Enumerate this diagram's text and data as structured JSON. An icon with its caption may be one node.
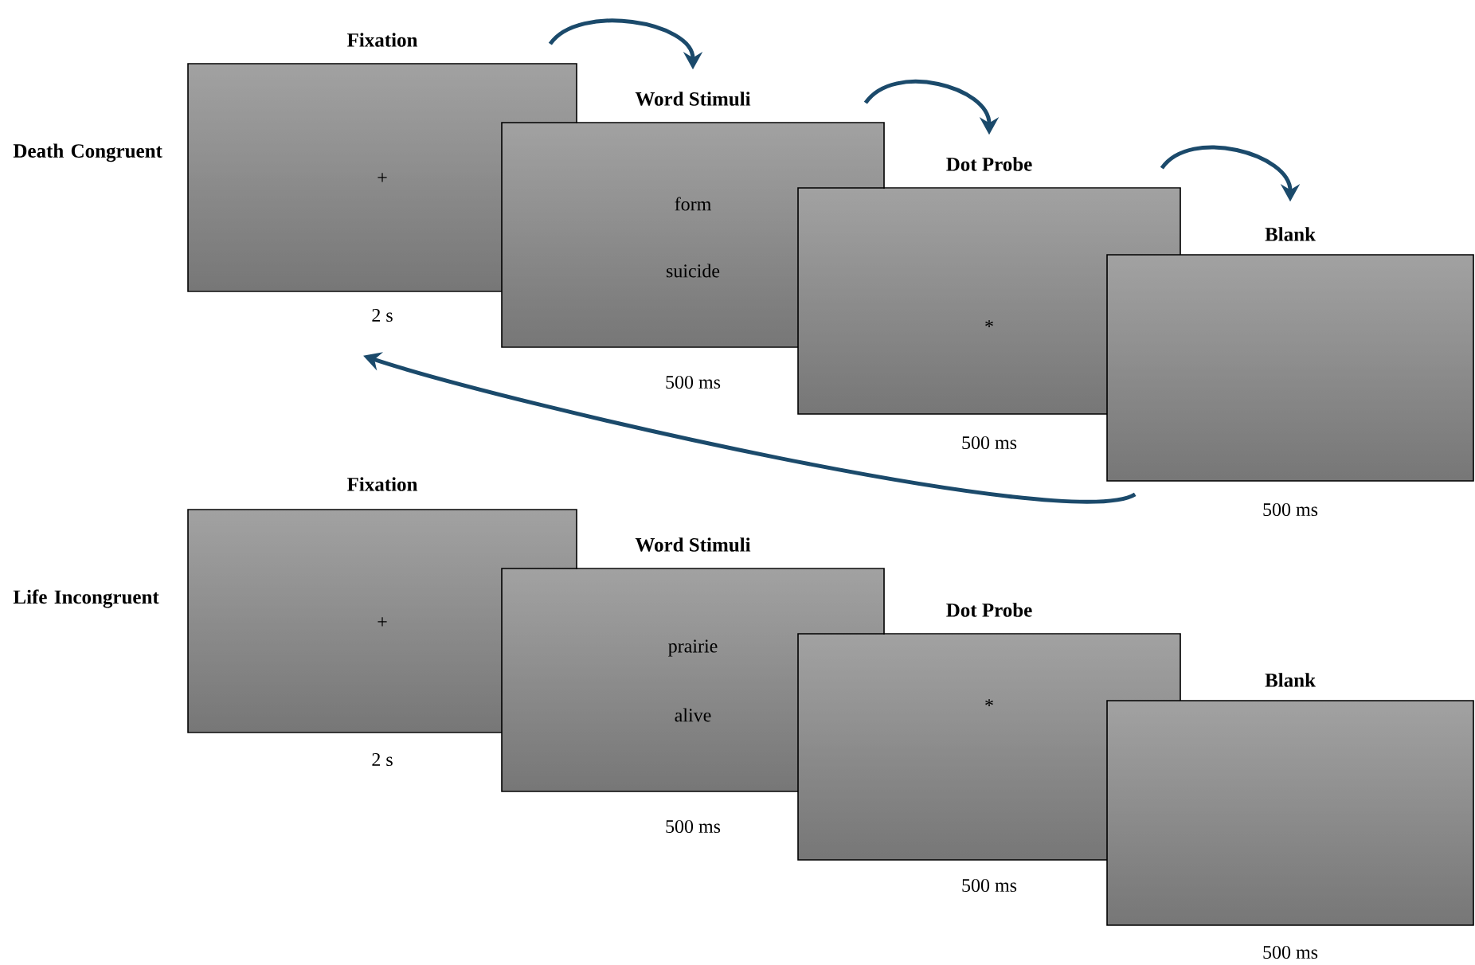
{
  "diagram": {
    "nodes": [
      {
        "text": [
          "Fixation",
          "+"
        ],
        "beside": [
          "2 s"
        ]
      },
      {
        "text": [
          "Word Stimuli",
          "form",
          "suicide"
        ],
        "beside": [
          "500 ms"
        ]
      },
      {
        "text": [
          "Dot Probe",
          "*"
        ],
        "beside": [
          "500 ms"
        ]
      },
      {
        "text": [
          "Blank"
        ],
        "beside": [
          "500 ms"
        ]
      },
      {
        "text": [
          "Fixation",
          "+"
        ],
        "beside": [
          "2 s"
        ]
      },
      {
        "text": [
          "Word Stimuli",
          "prairie",
          "alive"
        ],
        "beside": [
          "500 ms"
        ]
      },
      {
        "text": [
          "Dot Probe",
          "*"
        ],
        "beside": [
          "500 ms"
        ]
      },
      {
        "text": [
          "Blank"
        ],
        "beside": [
          "500 ms"
        ]
      }
    ],
    "edges": [
      {
        "from": 0,
        "to": 1,
        "arrow": "to"
      },
      {
        "from": 1,
        "to": 2,
        "arrow": "to"
      },
      {
        "from": 2,
        "to": 3,
        "arrow": "to"
      },
      {
        "from": 3,
        "to": 0,
        "arrow": "to"
      }
    ],
    "labels": [
      "Death Congruent",
      "Life Incongruent"
    ]
  }
}
